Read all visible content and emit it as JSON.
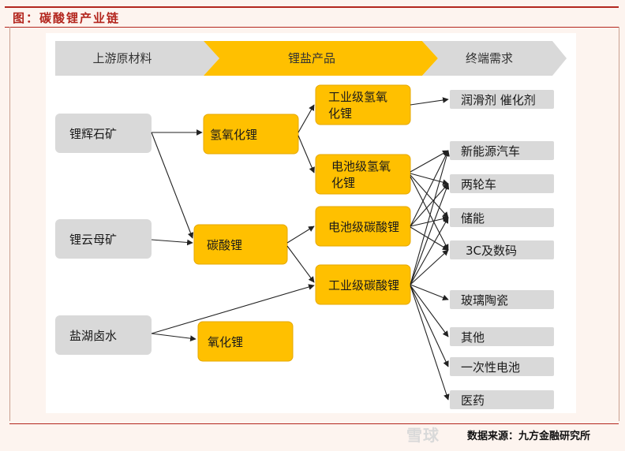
{
  "figure_title": "图：碳酸锂产业链",
  "stages": {
    "upstream": "上游原材料",
    "midstream": "锂盐产品",
    "downstream": "终端需求"
  },
  "nodes": {
    "spodumene": "锂辉石矿",
    "lepidolite": "锂云母矿",
    "brine": "盐湖卤水",
    "lioh": "氢氧化锂",
    "li2co3": "碳酸锂",
    "li2o": "氧化锂",
    "ind_lioh_l1": "工业级氢氧",
    "ind_lioh_l2": "化锂",
    "bat_lioh_l1": "电池级氢氧",
    "bat_lioh_l2": "化锂",
    "bat_li2co3": "电池级碳酸锂",
    "ind_li2co3": "工业级碳酸锂",
    "lubricant": "润滑剂 催化剂",
    "nev": "新能源汽车",
    "two_wheeler": "两轮车",
    "storage": "储能",
    "3c": "3C及数码",
    "glass": "玻璃陶瓷",
    "other": "其他",
    "primary_battery": "一次性电池",
    "medicine": "医药"
  },
  "source": "数据来源：九方金融研究所",
  "watermark": "雪球",
  "colors": {
    "accent": "#b3261e",
    "gray_box": "#d9d9d9",
    "orange_box": "#ffc000",
    "orange_border": "#e6a800",
    "arrow": "#222222"
  }
}
